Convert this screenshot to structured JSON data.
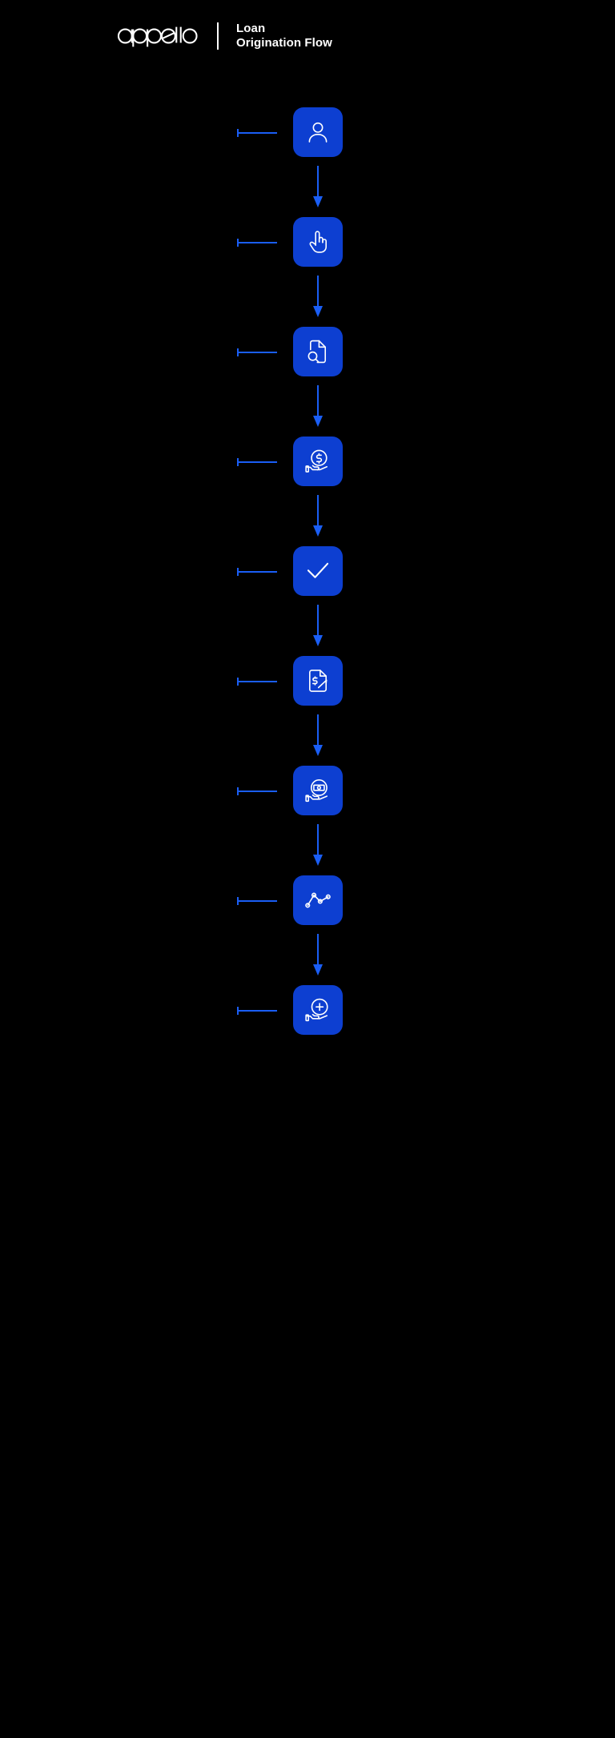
{
  "header": {
    "logo_text": "appello",
    "logo_name": "appello-logo",
    "divider_name": "header-divider",
    "title_line1": "Loan",
    "title_line2": "Origination Flow"
  },
  "theme": {
    "background": "#000000",
    "tile_blue": "#0d3fd1",
    "line_blue": "#1a5ef5",
    "icon_white": "#ffffff"
  },
  "flow": {
    "steps": [
      {
        "index": 1,
        "icon": "user-icon",
        "connector": "connector-line"
      },
      {
        "index": 2,
        "icon": "hand-pointer-icon",
        "connector": "connector-line"
      },
      {
        "index": 3,
        "icon": "document-search-icon",
        "connector": "connector-line"
      },
      {
        "index": 4,
        "icon": "hand-holding-coin-icon",
        "connector": "connector-line"
      },
      {
        "index": 5,
        "icon": "check-icon",
        "connector": "connector-line"
      },
      {
        "index": 6,
        "icon": "document-dollar-icon",
        "connector": "connector-line"
      },
      {
        "index": 7,
        "icon": "hand-holding-cash-icon",
        "connector": "connector-line"
      },
      {
        "index": 8,
        "icon": "line-chart-icon",
        "connector": "connector-line"
      },
      {
        "index": 9,
        "icon": "hand-coin-plus-icon",
        "connector": "connector-line"
      }
    ],
    "arrows": 8,
    "arrow_direction": "down"
  }
}
